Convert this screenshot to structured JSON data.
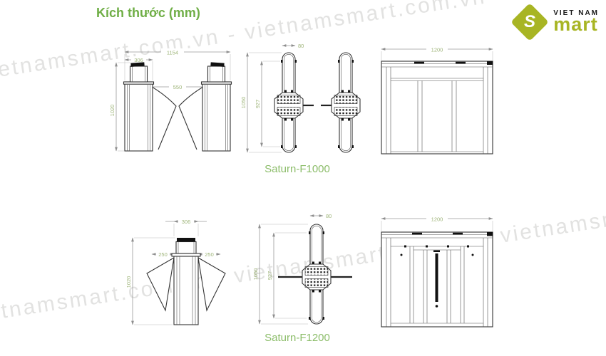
{
  "page": {
    "title": "Kích thước (mm)"
  },
  "logo": {
    "monogram": "S",
    "brand_top": "VIET NAM",
    "brand_bottom": "mart"
  },
  "watermark": {
    "line1": "vietnamsmart.com.vn - vietnamsmart.com.vn - vietnamsmart.com",
    "line2": "vietnamsmart.com.vn - vietnamsmart.com.vn - vietnamsmart.com"
  },
  "models": [
    {
      "name": "Saturn-F1000",
      "front": {
        "total_width": "1154",
        "cabinet_width": "306",
        "lane_width": "550",
        "height": "1020"
      },
      "top": {
        "housing_width": "80",
        "length": "1050",
        "inner_length": "927"
      },
      "side": {
        "depth": "1200"
      }
    },
    {
      "name": "Saturn-F1200",
      "front": {
        "cabinet_width": "306",
        "flap_left": "250",
        "flap_right": "250",
        "height": "1020"
      },
      "top": {
        "housing_width": "80",
        "length": "1050",
        "inner_length": "927"
      },
      "side": {
        "depth": "1200"
      }
    }
  ],
  "colors": {
    "title_green": "#6fae46",
    "label_green": "#8cbd6a",
    "dimension_green": "#9fb57a",
    "logo_green": "#a8b524",
    "dimension_line_gray": "#9a9a9a",
    "drawing_dark": "#333333",
    "watermark_gray": "#ccccc9"
  }
}
